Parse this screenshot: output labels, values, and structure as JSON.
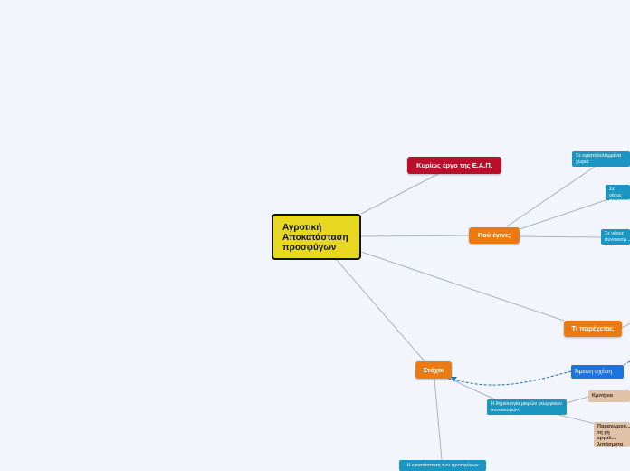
{
  "map": {
    "root": {
      "label": "Αγροτική Αποκατάσταση προσφύγων"
    },
    "nodes": {
      "kyrios": "Κυρίως έργο της Ε.Α.Π.",
      "pou": "Πού έγινε;",
      "ti": "Τι παρέχεται;",
      "stoxoi": "Στόχοι",
      "chora": "Σε εγκαταλελειμμένα χωριά",
      "neous_prosart": "Σε νέους προσαρτημ...",
      "neous_synoik": "Σε νέους συνοικισμ...",
      "amesi": "Άμεση σχέση",
      "dimiourgia": "Η δημιουργία μικρών γεωργικών συνοικισμών",
      "kritiria": "Κριτήρια παρο...",
      "paraxorisi": "Παραχωρού... τη γη εργαλ... λιπάσματα κ...",
      "egkatastasi": "Η εγκατάσταση των προσφύγων"
    }
  },
  "colors": {
    "background": "#f2f6fc",
    "root": "#e6d720",
    "red": "#b8102b",
    "orange": "#ec7a13",
    "teal": "#1b95c1",
    "blue": "#1c74dc",
    "tan": "#dfc2a8",
    "link": "#a9b2bd",
    "dashed_link": "#1c6fb8"
  }
}
